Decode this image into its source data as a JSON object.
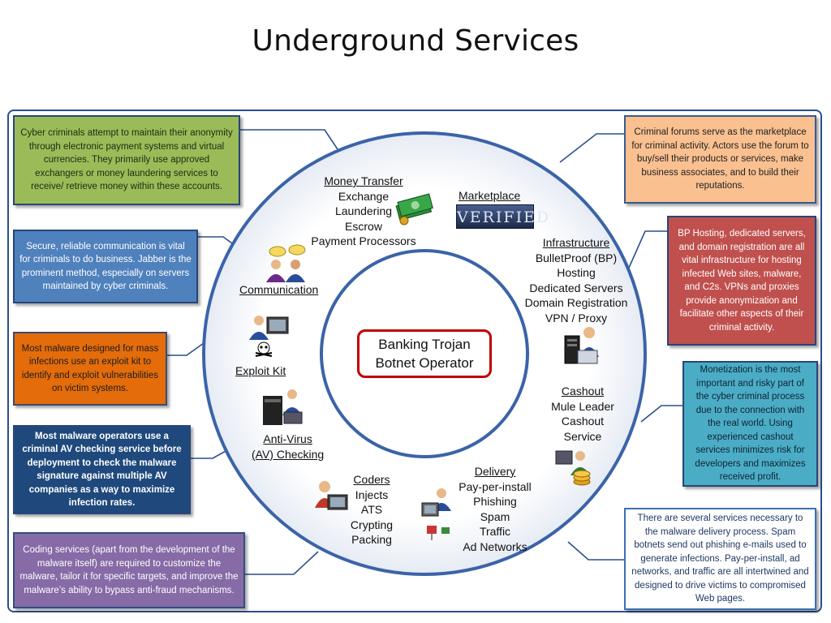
{
  "title": "Underground Services",
  "center": {
    "line1": "Banking Trojan",
    "line2": "Botnet Operator"
  },
  "services": {
    "money_transfer": {
      "heading": "Money Transfer",
      "items": [
        "Exchange",
        "Laundering",
        "Escrow",
        "Payment Processors"
      ]
    },
    "marketplace": {
      "heading": "Marketplace",
      "logo_text": "VERIFIED"
    },
    "infrastructure": {
      "heading": "Infrastructure",
      "items": [
        "BulletProof (BP)",
        "Hosting",
        "Dedicated Servers",
        "Domain Registration",
        "VPN  / Proxy"
      ]
    },
    "communication": {
      "heading": "Communication"
    },
    "exploit_kit": {
      "heading": "Exploit Kit"
    },
    "anti_virus": {
      "heading1": "Anti-Virus",
      "heading2": "(AV) Checking"
    },
    "cashout": {
      "heading": "Cashout",
      "items": [
        "Mule Leader",
        "Cashout",
        "Service"
      ]
    },
    "coders": {
      "heading": "Coders",
      "items": [
        "Injects",
        "ATS",
        "Crypting",
        "Packing"
      ]
    },
    "delivery": {
      "heading": "Delivery",
      "items": [
        "Pay-per-install",
        "Phishing",
        "Spam",
        "Traffic",
        "Ad Networks"
      ]
    }
  },
  "callouts": {
    "money": "Cyber criminals attempt to maintain their anonymity through electronic payment systems and virtual currencies. They primarily use approved exchangers or money laundering services to receive/ retrieve money within these accounts.",
    "communication": "Secure, reliable communication is vital for criminals to do business. Jabber is the prominent method, especially on servers maintained by cyber criminals.",
    "exploit": "Most malware designed for mass infections use an exploit kit to identify and exploit vulnerabilities on victim systems.",
    "av": "Most malware operators use a criminal AV checking service before deployment to check the malware signature against multiple AV companies as a way to maximize infection rates.",
    "coding": "Coding services (apart from the development of the malware itself) are required to customize the malware, tailor it for specific targets, and improve the malware’s ability to bypass anti-fraud mechanisms.",
    "forums": "Criminal forums serve as the marketplace for criminal activity. Actors use the forum to buy/sell their products or services, make business associates, and to build their reputations.",
    "hosting": "BP Hosting, dedicated servers, and domain registration are all vital infrastructure for hosting infected Web sites, malware, and C2s. VPNs and proxies provide anonymization and facilitate other aspects of their criminal activity.",
    "monetization": "Monetization is the most important and risky part of the cyber criminal process due to the connection with the real world. Using experienced cashout services minimizes risk for developers and maximizes received profit.",
    "delivery": "There are several services necessary to the malware delivery process. Spam botnets send out phishing e-mails used to generate infections. Pay-per-install, ad networks, and traffic are all intertwined and designed to drive victims to compromised Web pages."
  },
  "colors": {
    "frame": "#2b4f8c",
    "ring": "#3b63a8",
    "center_border": "#c00000",
    "green": "#9bbb59",
    "blue": "#4f81bd",
    "orange": "#e46c0a",
    "navy": "#1f497d",
    "lavender": "#8064a2",
    "peach": "#fac090",
    "red": "#c0504d",
    "teal": "#4bacc6"
  },
  "icons": {
    "money_transfer": "money-stack-icon",
    "marketplace": "verified-logo-icon",
    "infrastructure": "server-user-icon",
    "communication": "chat-users-icon",
    "exploit_kit": "skull-hacker-icon",
    "anti_virus": "av-computer-icon",
    "cashout": "coins-user-icon",
    "coders": "coder-computer-icon",
    "delivery": "network-computer-icon"
  }
}
